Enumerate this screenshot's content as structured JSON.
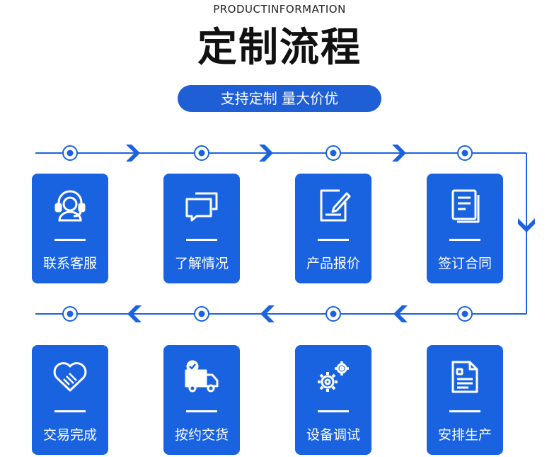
{
  "header": {
    "subtitle_en": "PRODUCTINFORMATION",
    "title": "定制流程",
    "tagline": "支持定制 量大价优"
  },
  "accent_color": "#1a63e0",
  "steps": [
    {
      "label": "联系客服",
      "icon": "customer-service-icon"
    },
    {
      "label": "了解情况",
      "icon": "chat-bubbles-icon"
    },
    {
      "label": "产品报价",
      "icon": "edit-document-icon"
    },
    {
      "label": "签订合同",
      "icon": "contract-icon"
    },
    {
      "label": "安排生产",
      "icon": "production-document-icon"
    },
    {
      "label": "设备调试",
      "icon": "gears-icon"
    },
    {
      "label": "按约交货",
      "icon": "delivery-truck-icon"
    },
    {
      "label": "交易完成",
      "icon": "handshake-heart-icon"
    }
  ]
}
